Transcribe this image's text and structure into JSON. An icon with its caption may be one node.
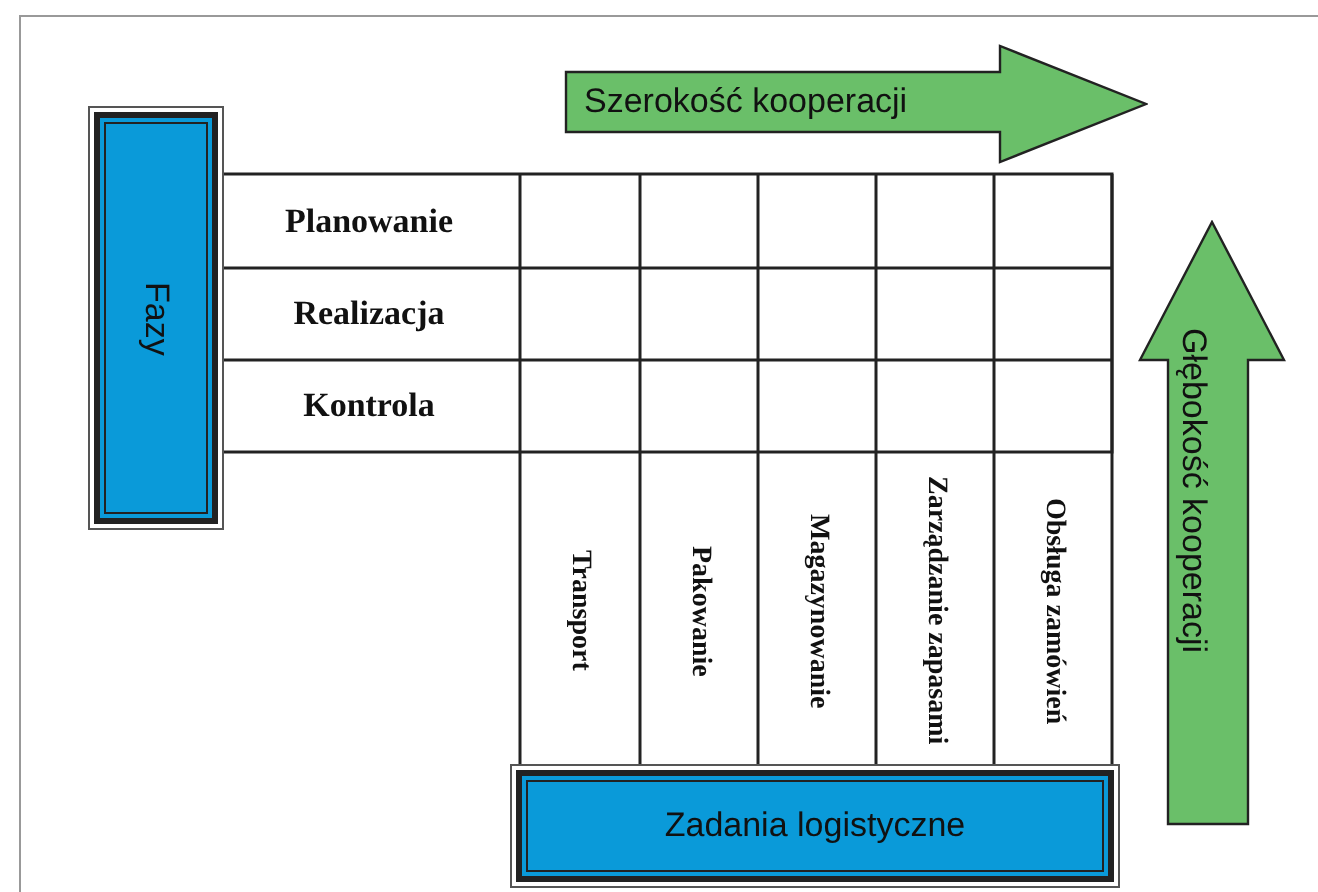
{
  "diagram": {
    "nodes": [
      {
        "text": [
          "Szerokość kooperacji"
        ]
      },
      {
        "text": [
          "Fazy"
        ]
      },
      {
        "text": [
          "Głębokość kooperacji"
        ]
      },
      {
        "text": [
          "Zadania logistyczne"
        ]
      }
    ],
    "labels": [
      "Planowanie",
      "Realizacja",
      "Kontrola",
      "Transport",
      "Pakowanie",
      "Magazynowanie",
      "Zarządzanie zapasami",
      "Obsługa zamówień"
    ]
  }
}
